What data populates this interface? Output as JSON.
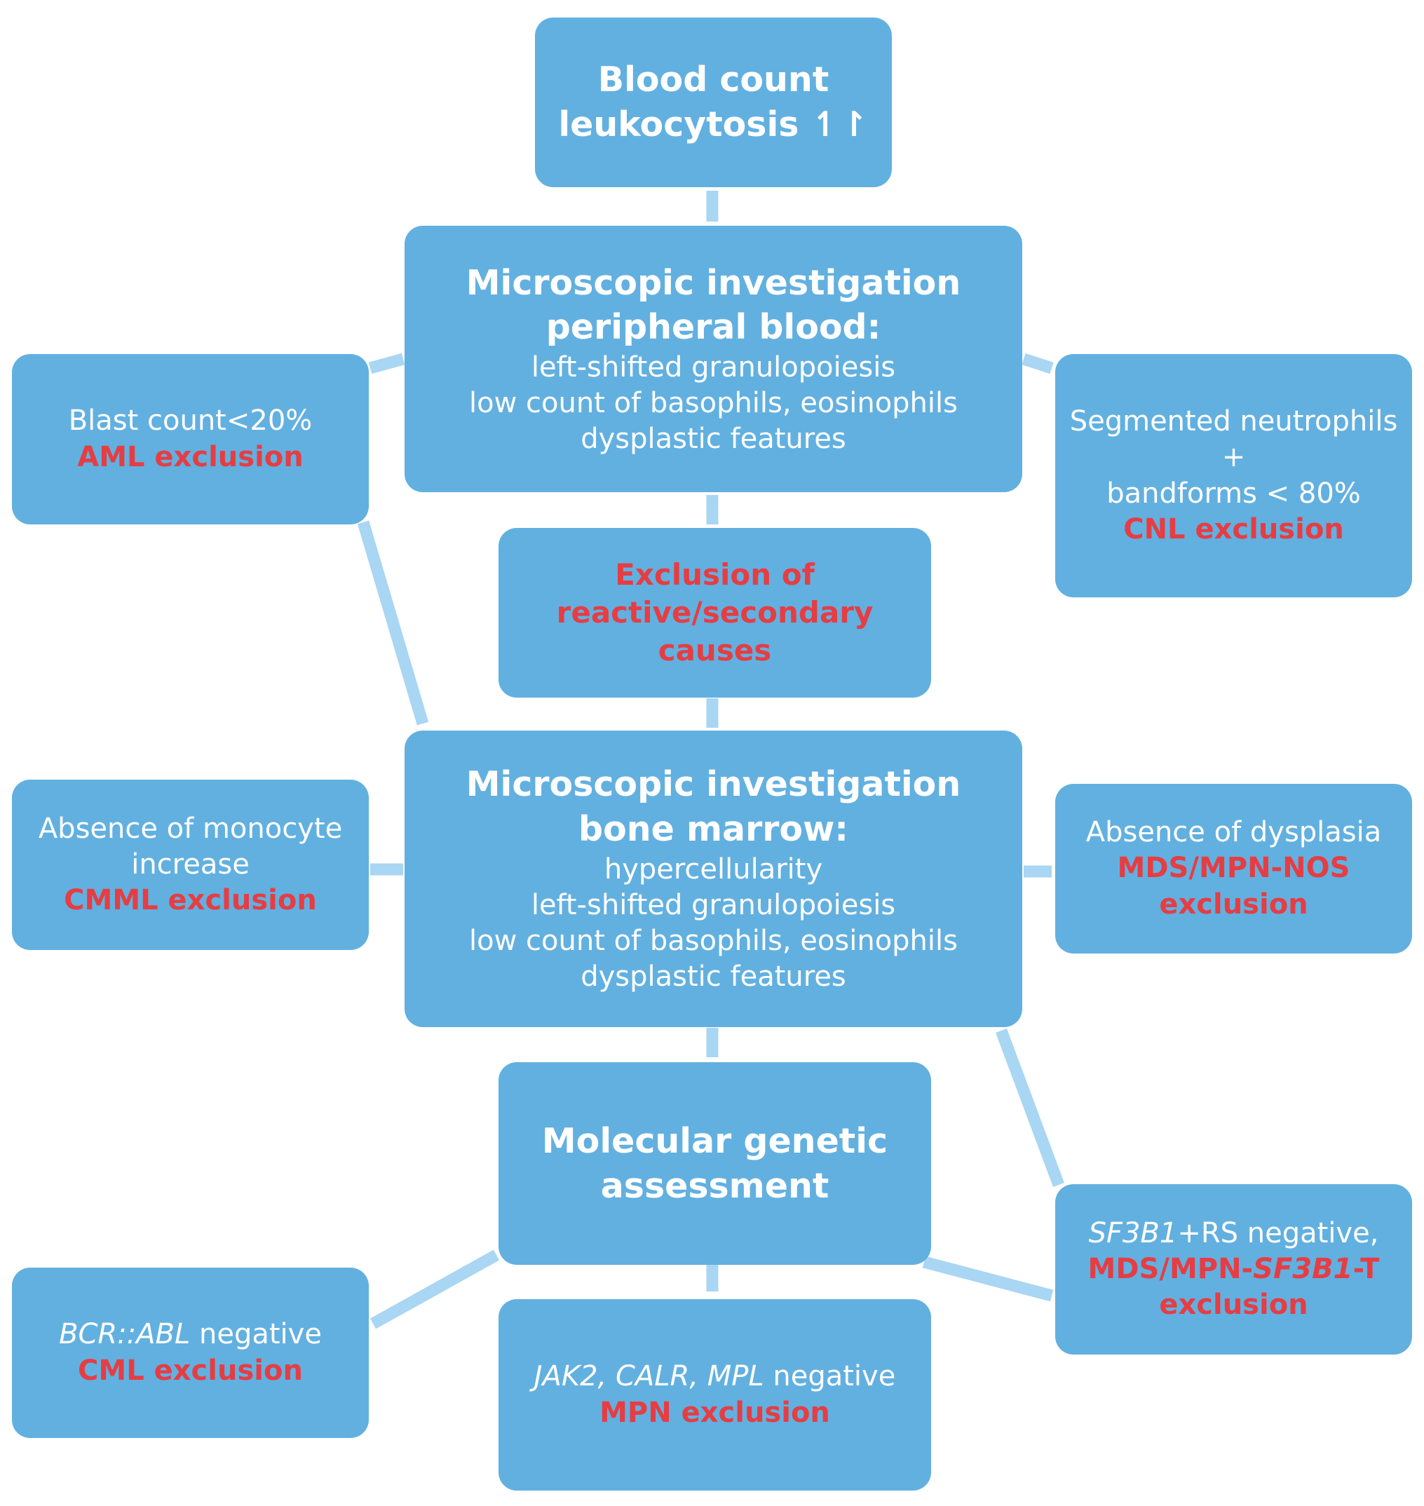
{
  "colors": {
    "box": "#62b0e0",
    "connector": "#a8d6f3",
    "text": "#ffffff",
    "exclusion": "#e63d43"
  },
  "blood_count": {
    "line1": "Blood count",
    "line2": "leukocytosis ↿↾"
  },
  "peripheral": {
    "title1": "Microscopic investigation",
    "title2": "peripheral blood:",
    "items": [
      "left-shifted granulopoiesis",
      "low count of basophils, eosinophils",
      "dysplastic features"
    ]
  },
  "aml": {
    "text": "Blast count<20%",
    "exclusion": "AML exclusion"
  },
  "cnl": {
    "line1": "Segmented neutrophils +",
    "line2": "bandforms < 80%",
    "exclusion": "CNL exclusion"
  },
  "reactive": {
    "line1": "Exclusion of",
    "line2": "reactive/secondary",
    "line3": "causes"
  },
  "bone_marrow": {
    "title1": "Microscopic investigation",
    "title2": "bone marrow:",
    "items": [
      "hypercellularity",
      "left-shifted granulopoiesis",
      "low count of basophils, eosinophils",
      "dysplastic features"
    ]
  },
  "cmml": {
    "line1": "Absence of monocyte",
    "line2": "increase",
    "exclusion": "CMML exclusion"
  },
  "mds_nos": {
    "text": "Absence of dysplasia",
    "exclusion1": "MDS/MPN-NOS",
    "exclusion2": "exclusion"
  },
  "molecular": {
    "line1": "Molecular genetic",
    "line2": "assessment"
  },
  "sf3b1": {
    "gene": "SF3B1",
    "text": "+RS negative,",
    "ex_pre": "MDS/MPN-",
    "ex_gene": "SF3B1",
    "ex_post": "-T",
    "exclusion2": "exclusion"
  },
  "cml": {
    "gene": "BCR::ABL",
    "text": " negative",
    "exclusion": "CML exclusion"
  },
  "mpn": {
    "genes": "JAK2, CALR, MPL",
    "text": " negative",
    "exclusion": "MPN exclusion"
  }
}
